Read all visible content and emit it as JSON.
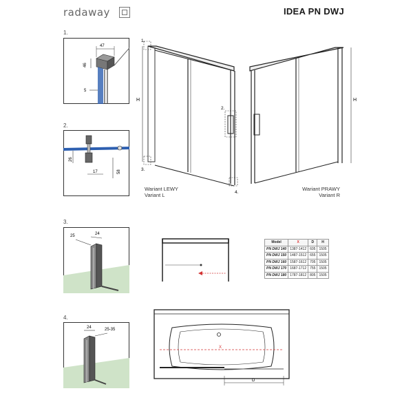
{
  "header": {
    "brand": "radaway",
    "title": "IDEA PN DWJ"
  },
  "steps": [
    "1.",
    "2.",
    "3.",
    "4."
  ],
  "detail1": {
    "step": "1.",
    "dims": [
      "47",
      "46",
      "5"
    ]
  },
  "detail2": {
    "step": "2.",
    "dims": [
      "26",
      "17",
      "58"
    ]
  },
  "detail3": {
    "step": "3.",
    "dims": [
      "25",
      "24"
    ]
  },
  "detail4": {
    "step": "4.",
    "dims": [
      "24",
      "25-35"
    ]
  },
  "main": {
    "h_label": "H",
    "callouts": [
      "1.",
      "2.",
      "3.",
      "4."
    ],
    "variant_left": [
      "Wariant LEWY",
      "Variant L"
    ],
    "variant_right": [
      "Wariant PRAWY",
      "Variant R"
    ]
  },
  "plan": {
    "x_label": "X",
    "d_label": "D"
  },
  "table": {
    "headers": [
      "Model",
      "X",
      "D",
      "H"
    ],
    "rows": [
      [
        "PN DWJ 140",
        "1387-1412",
        "605",
        "1505"
      ],
      [
        "PN DWJ 150",
        "1487-1512",
        "655",
        "1505"
      ],
      [
        "PN DWJ 160",
        "1587-1612",
        "705",
        "1505"
      ],
      [
        "PN DWJ 170",
        "1687-1712",
        "755",
        "1505"
      ],
      [
        "PN DWJ 180",
        "1787-1812",
        "805",
        "1505"
      ]
    ]
  },
  "colors": {
    "accent_red": "#d33333",
    "glass_blue": "#2d5fb0",
    "floor_green": "#cfe3c8"
  }
}
